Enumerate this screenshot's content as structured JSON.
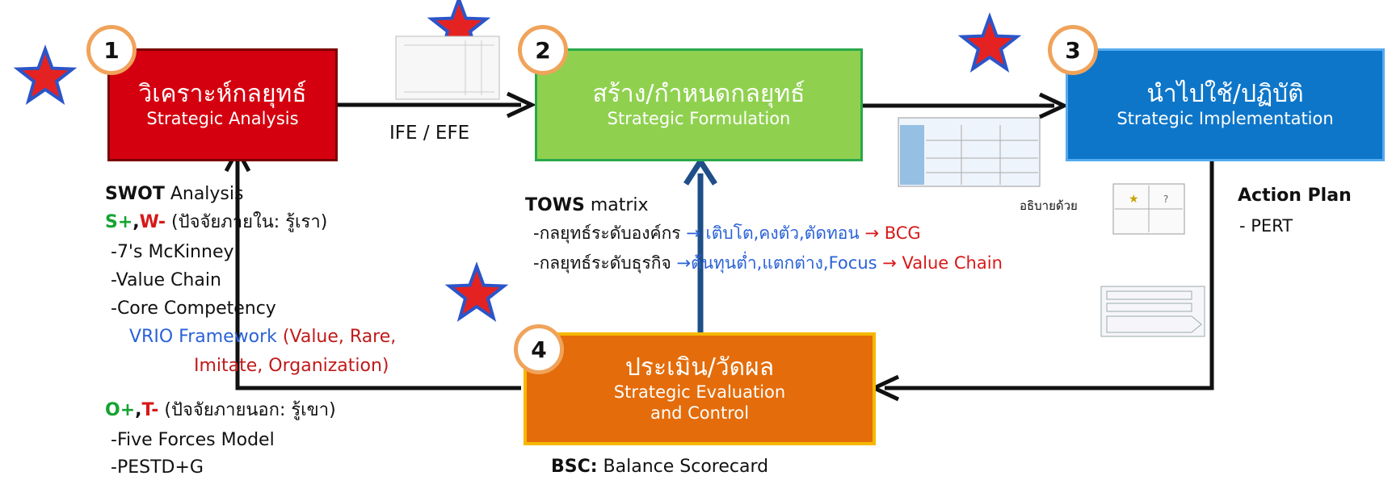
{
  "colors": {
    "step1_fill": "#d4000f",
    "step2_fill": "#8fd14f",
    "step3_fill": "#0e76c9",
    "step4_fill": "#e46c0a",
    "arrow_dark": "#111111",
    "arrow_blue": "#1f4e89",
    "star_fill": "#e52222",
    "star_stroke": "#2b55c8",
    "circle_border": "#f0a35a"
  },
  "steps": [
    {
      "number": "1",
      "title_th": "วิเคราะห์กลยุทธ์",
      "title_en": "Strategic Analysis"
    },
    {
      "number": "2",
      "title_th": "สร้าง/กำหนดกลยุทธ์",
      "title_en": "Strategic Formulation"
    },
    {
      "number": "3",
      "title_th": "นำไปใช้/ปฏิบัติ",
      "title_en": "Strategic Implementation"
    },
    {
      "number": "4",
      "title_th": "ประเมิน/วัดผล",
      "title_en_line1": "Strategic Evaluation",
      "title_en_line2": "and Control"
    }
  ],
  "connector_label": "IFE / EFE",
  "analysis": {
    "swot_bold": "SWOT",
    "swot_rest": " Analysis",
    "internal_s": "S+",
    "internal_comma": ",",
    "internal_w": "W-",
    "internal_note": " (ปัจจัยภายใน: รู้เรา)",
    "items_internal": [
      "-7's McKinney",
      "-Value Chain",
      "-Core Competency"
    ],
    "vrio_label": "VRIO Framework",
    "vrio_paren_1": " (Value, Rare,",
    "vrio_paren_2": "Imitate, Organization)",
    "external_o": "O+",
    "external_comma": ",",
    "external_t": "T-",
    "external_note": " (ปัจจัยภายนอก: รู้เขา)",
    "items_external": [
      "-Five Forces Model",
      "-PESTD+G"
    ]
  },
  "formulation": {
    "tows_bold": "TOWS",
    "tows_rest": " matrix",
    "corporate_label": "-กลยุทธ์ระดับองค์กร ",
    "corporate_arrow": "→ ",
    "corporate_options": "เติบโต,คงตัว,ตัดทอน",
    "corporate_arrow2": "  → ",
    "corporate_tool": "BCG",
    "business_label": "-กลยุทธ์ระดับธุรกิจ ",
    "business_arrow": "→",
    "business_options": "ต้นทุนต่ำ,แตกต่าง,Focus",
    "business_arrow2": " → ",
    "business_tool": "Value Chain",
    "explain_label": "อธิบายด้วย"
  },
  "implementation": {
    "action_plan": "Action Plan",
    "pert": "- PERT"
  },
  "evaluation": {
    "bsc_bold": "BSC:",
    "bsc_rest": " Balance Scorecard"
  }
}
